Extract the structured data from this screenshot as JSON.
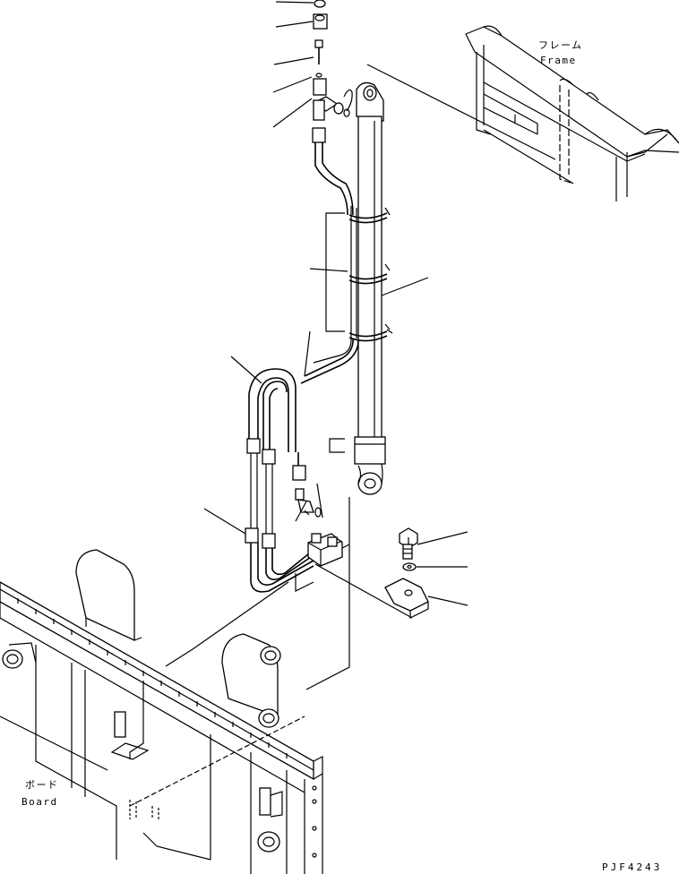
{
  "labels": {
    "frame_jp": "フレーム",
    "frame_en": "Frame",
    "board_jp": "ボード",
    "board_en": "Board",
    "drawing_code": "PJF4243"
  }
}
